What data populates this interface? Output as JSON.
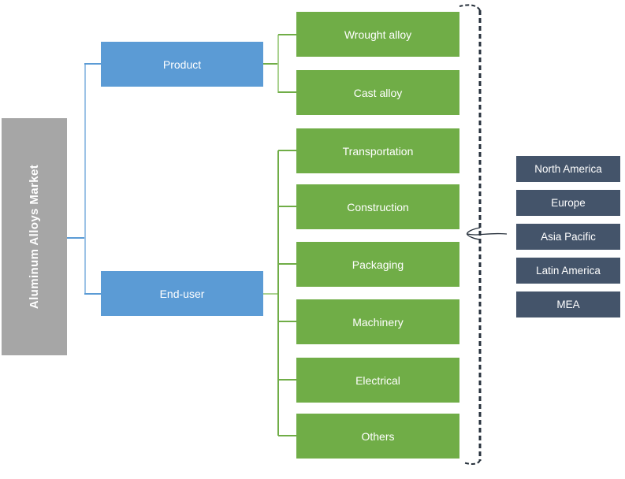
{
  "diagram": {
    "root": {
      "label": "Aluminum Alloys Market"
    },
    "branches": [
      {
        "label": "Product",
        "children": [
          "Wrought alloy",
          "Cast alloy"
        ]
      },
      {
        "label": "End-user",
        "children": [
          "Transportation",
          "Construction",
          "Packaging",
          "Machinery",
          "Electrical",
          "Others"
        ]
      }
    ],
    "regions": [
      "North America",
      "Europe",
      "Asia Pacific",
      "Latin America",
      "MEA"
    ],
    "colors": {
      "root_bar": "#A6A6A6",
      "branch_box": "#5B9BD5",
      "leaf_box": "#70AD47",
      "region_box": "#44546A",
      "blue_line": "#5B9BD5",
      "blue_line_light": "#9DC3E6",
      "green_line": "#70AD47",
      "green_line_light": "#A9D18E",
      "brace_line": "#26303B",
      "text": "#FFFFFF"
    }
  }
}
